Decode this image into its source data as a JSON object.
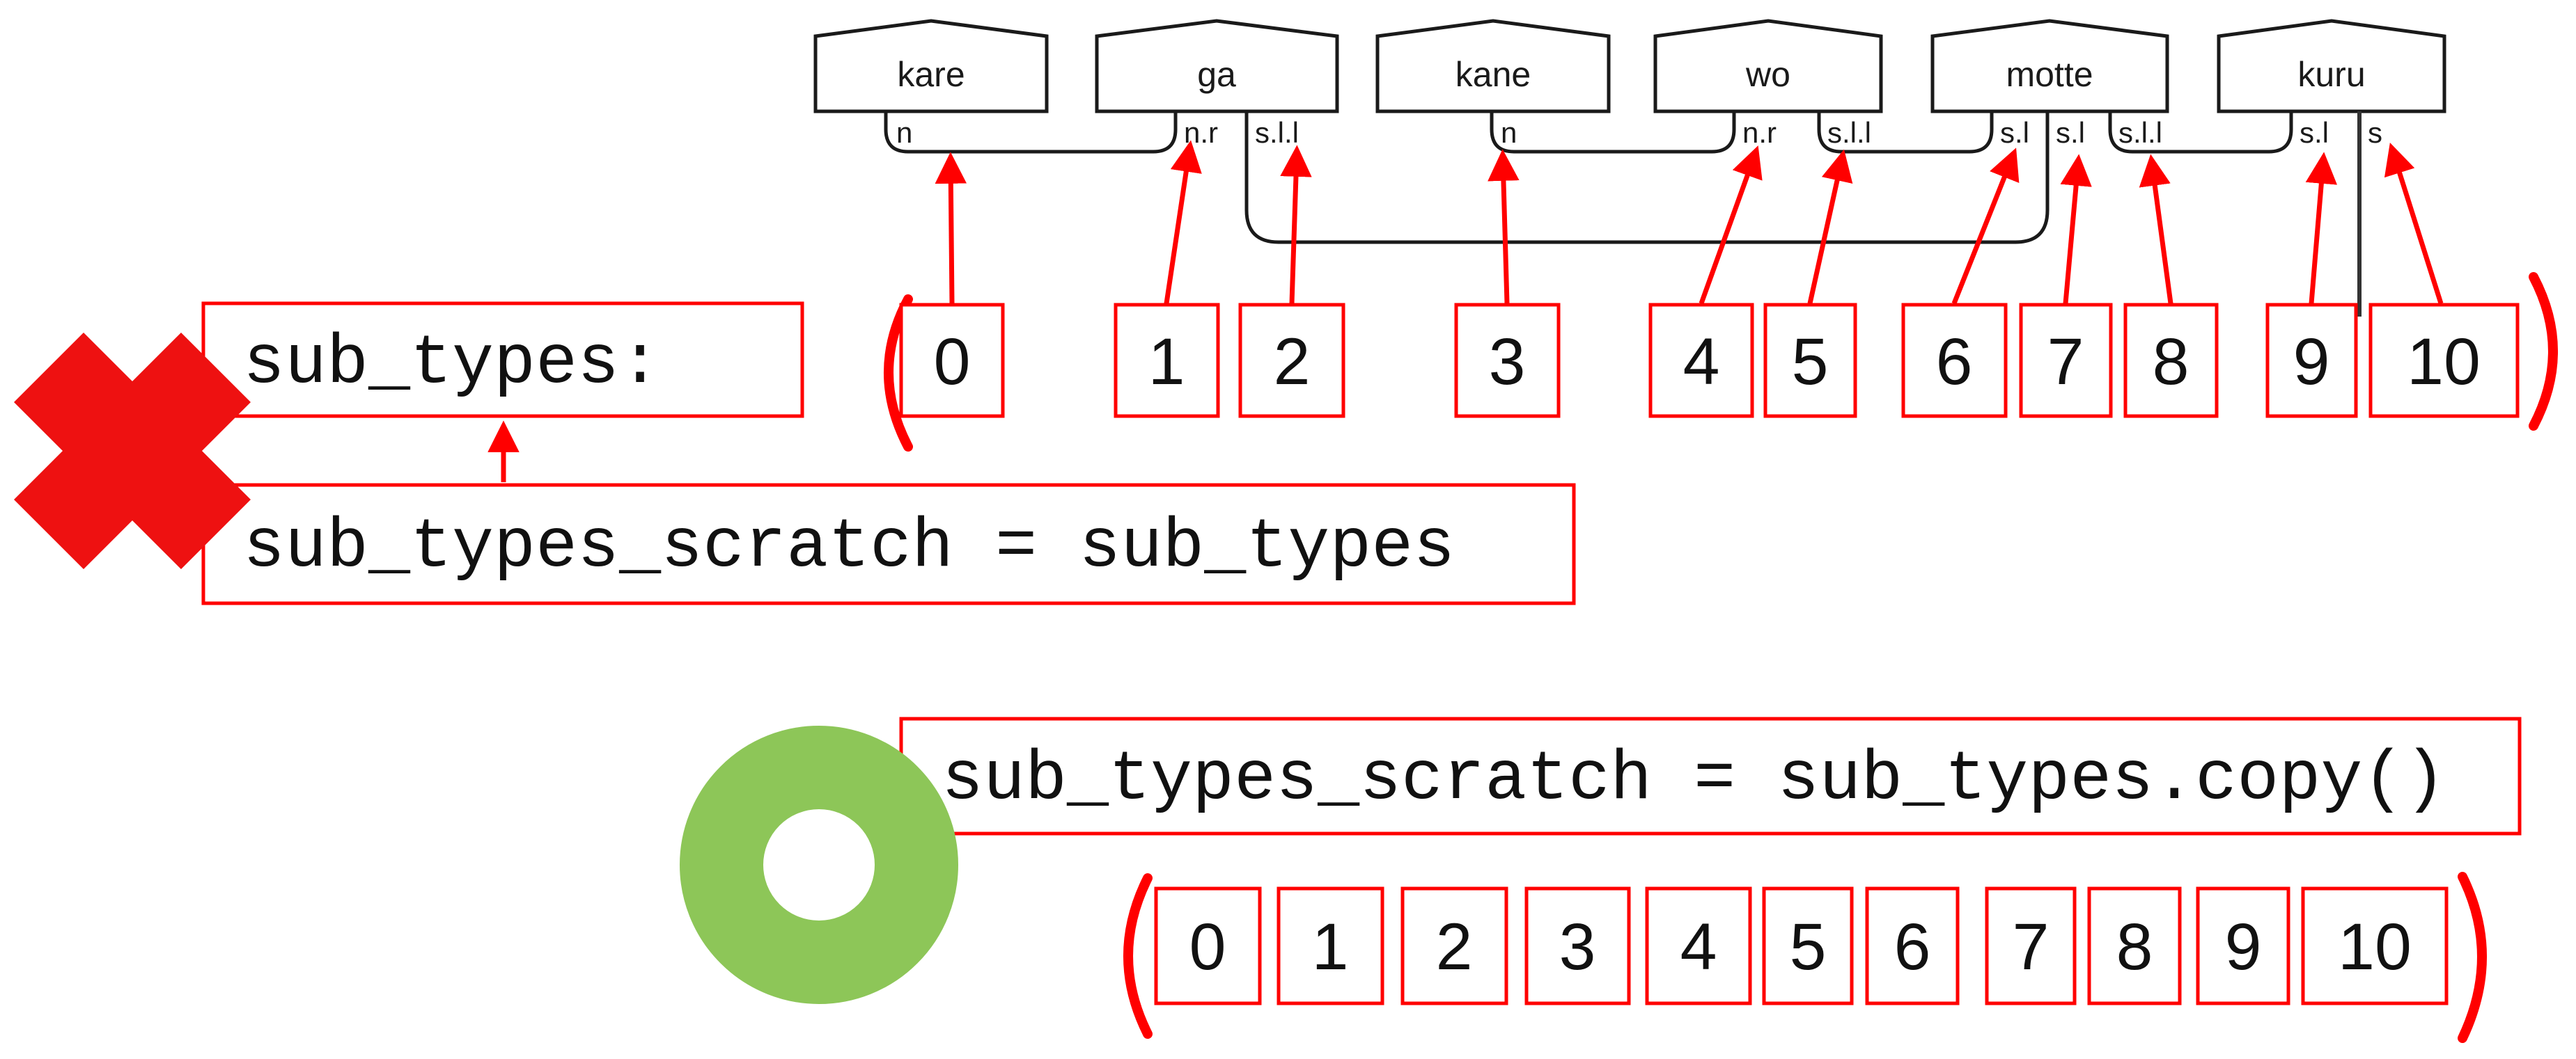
{
  "diagram": {
    "words": [
      "kare",
      "ga",
      "kane",
      "wo",
      "motte",
      "kuru"
    ],
    "sub_type_labels": [
      "n",
      "n.r",
      "s.l.l",
      "n",
      "n.r",
      "s.l.l",
      "s.l",
      "s.l",
      "s.l.l",
      "s.l",
      "s"
    ],
    "indices": [
      "0",
      "1",
      "2",
      "3",
      "4",
      "5",
      "6",
      "7",
      "8",
      "9",
      "10"
    ]
  },
  "code": {
    "variable_label": "sub_types:",
    "wrong_assignment": "sub_types_scratch = sub_types",
    "correct_assignment": "sub_types_scratch = sub_types.copy()"
  },
  "marks": {
    "wrong": "cross-mark",
    "correct": "circle-mark"
  },
  "colors": {
    "box_red": "#ff0000",
    "cross_red": "#ee1111",
    "circle_green": "#8dc658",
    "line_dark": "#1a1a1a"
  }
}
